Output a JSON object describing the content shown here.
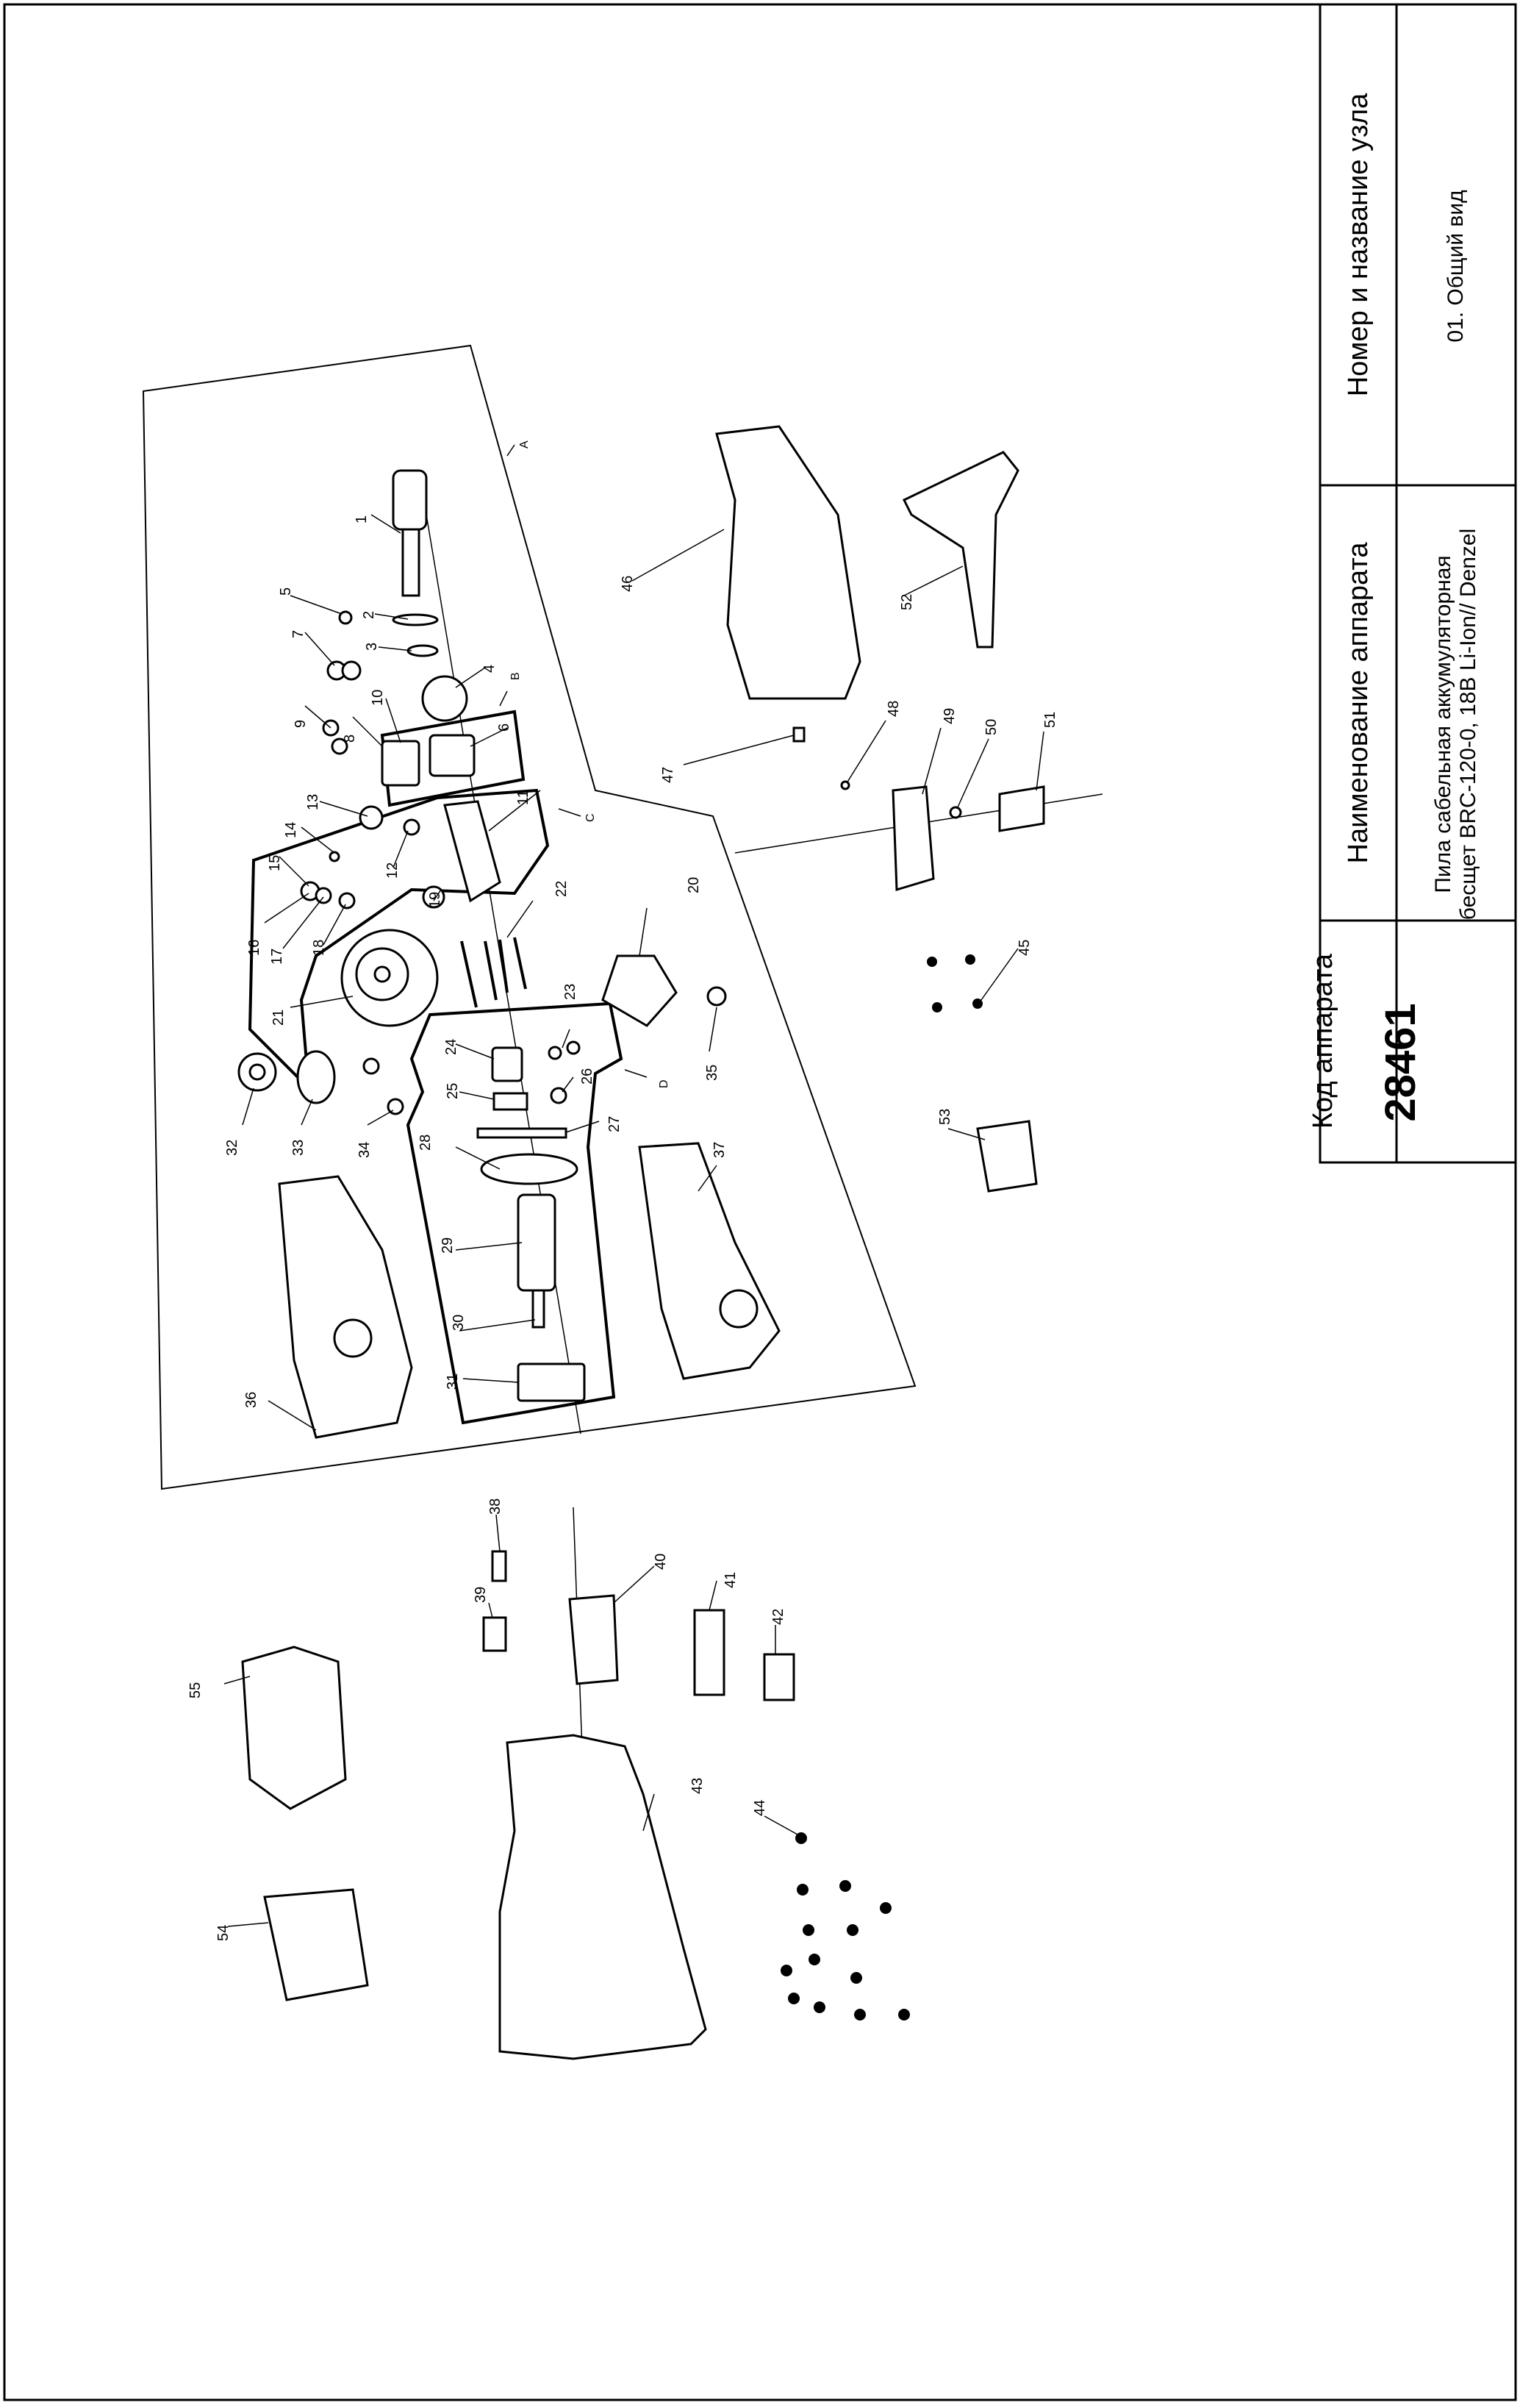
{
  "title_block": {
    "code_header": "Код аппарата",
    "code_value": "28461",
    "device_header": "Наименование аппарата",
    "device_line1": "Пила сабельная аккумуляторная",
    "device_line2": "бесщет BRC-120-0, 18В Li-Ion// Denzel",
    "unit_header": "Номер и название узла",
    "unit_value": "01. Общий вид"
  },
  "diagram": {
    "group_letters": [
      "A",
      "B",
      "C",
      "D"
    ],
    "part_numbers": [
      "1",
      "2",
      "3",
      "4",
      "5",
      "6",
      "7",
      "8",
      "9",
      "10",
      "11",
      "12",
      "13",
      "14",
      "15",
      "16",
      "17",
      "18",
      "19",
      "20",
      "21",
      "22",
      "23",
      "24",
      "25",
      "26",
      "27",
      "28",
      "29",
      "30",
      "31",
      "32",
      "33",
      "34",
      "35",
      "36",
      "37",
      "38",
      "39",
      "40",
      "41",
      "42",
      "43",
      "44",
      "45",
      "46",
      "47",
      "48",
      "49",
      "50",
      "51",
      "52",
      "53",
      "54",
      "55"
    ]
  }
}
